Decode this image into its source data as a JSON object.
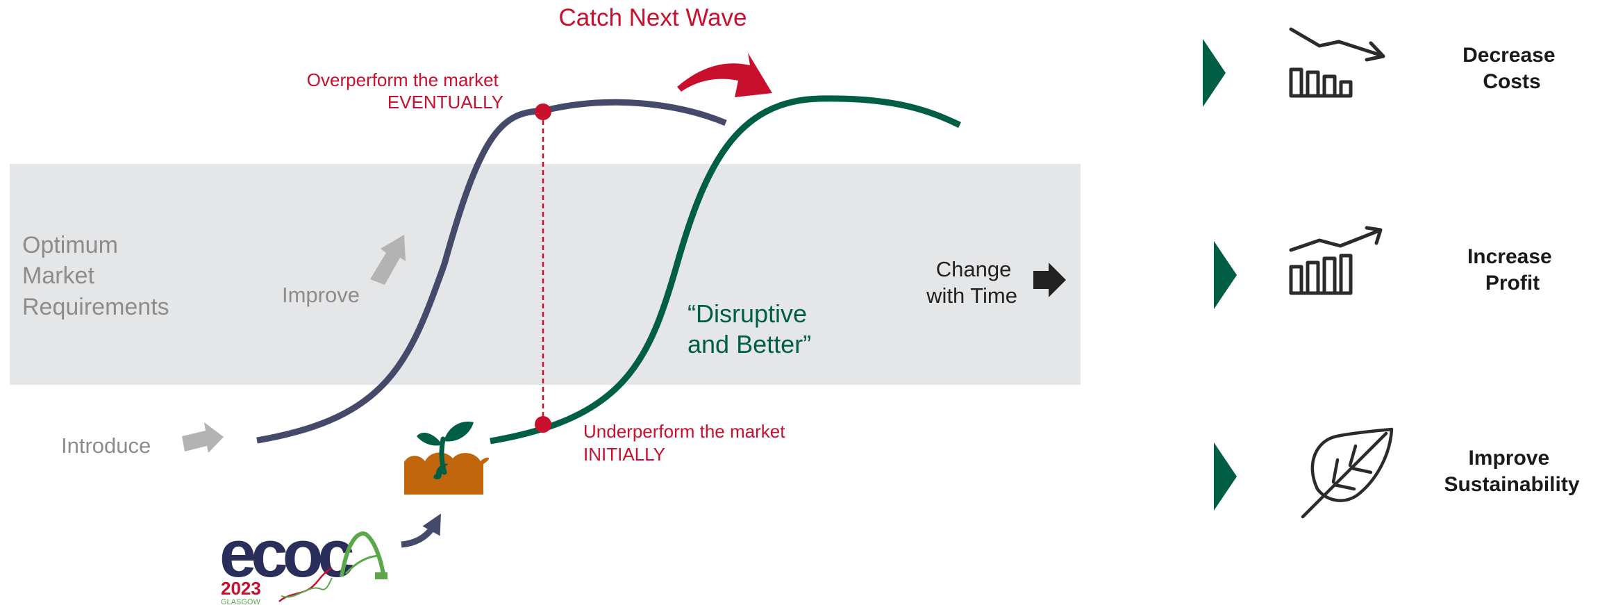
{
  "diagram": {
    "title": "Catch Next Wave",
    "band_label_lines": [
      "Optimum",
      "Market",
      "Requirements"
    ],
    "improve_label": "Improve",
    "introduce_label": "Introduce",
    "overperform_lines": [
      "Overperform the market",
      "EVENTUALLY"
    ],
    "underperform_lines": [
      "Underperform the market",
      "INITIALLY"
    ],
    "disruptive_lines": [
      "“Disruptive",
      "and Better”"
    ],
    "change_lines": [
      "Change",
      "with Time"
    ],
    "colors": {
      "accent_red": "#c8102e",
      "curve_navy": "#464a6a",
      "curve_green": "#005e45",
      "band_gray": "#e5e6e8",
      "label_gray": "#8c8c8c",
      "arrow_gray": "#b3b3b3",
      "sprout_brown": "#c2660e",
      "dark": "#222222"
    },
    "icons": [
      "sprout-icon",
      "red-curved-arrow-icon",
      "navy-curved-arrow-icon",
      "gray-arrow-icon",
      "black-arrow-icon"
    ]
  },
  "logo": {
    "wordmark": "ecoc",
    "year": "2023",
    "city": "GLASGOW"
  },
  "benefits": [
    {
      "line1": "Decrease",
      "line2": "Costs",
      "icon": "bar-chart-down-icon"
    },
    {
      "line1": "Increase",
      "line2": "Profit",
      "icon": "bar-chart-up-icon"
    },
    {
      "line1": "Improve",
      "line2": "Sustainability",
      "icon": "leaf-icon"
    }
  ]
}
